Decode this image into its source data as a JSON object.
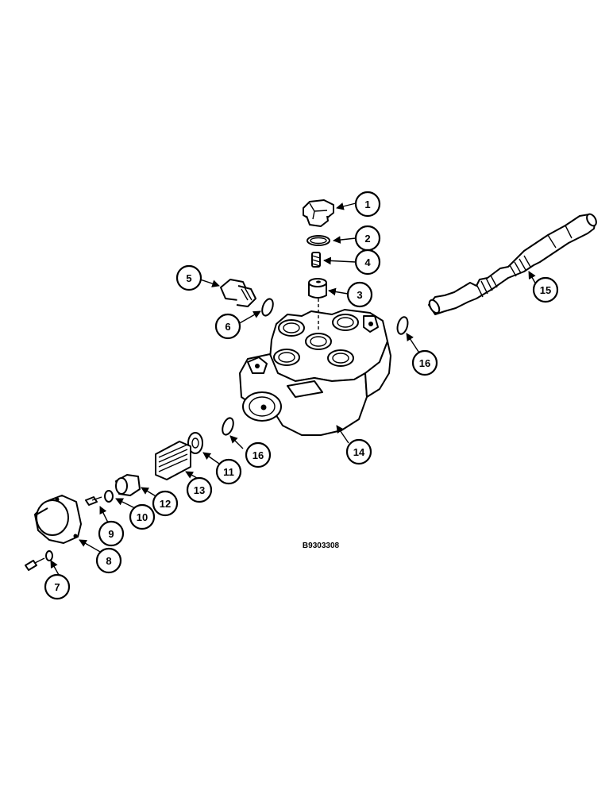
{
  "drawing_id": "B9303308",
  "callouts": [
    {
      "label": "1"
    },
    {
      "label": "2"
    },
    {
      "label": "3"
    },
    {
      "label": "4"
    },
    {
      "label": "5"
    },
    {
      "label": "6"
    },
    {
      "label": "7"
    },
    {
      "label": "8"
    },
    {
      "label": "9"
    },
    {
      "label": "10"
    },
    {
      "label": "11"
    },
    {
      "label": "12"
    },
    {
      "label": "13"
    },
    {
      "label": "14"
    },
    {
      "label": "15"
    },
    {
      "label": "16"
    },
    {
      "label": "16"
    }
  ]
}
